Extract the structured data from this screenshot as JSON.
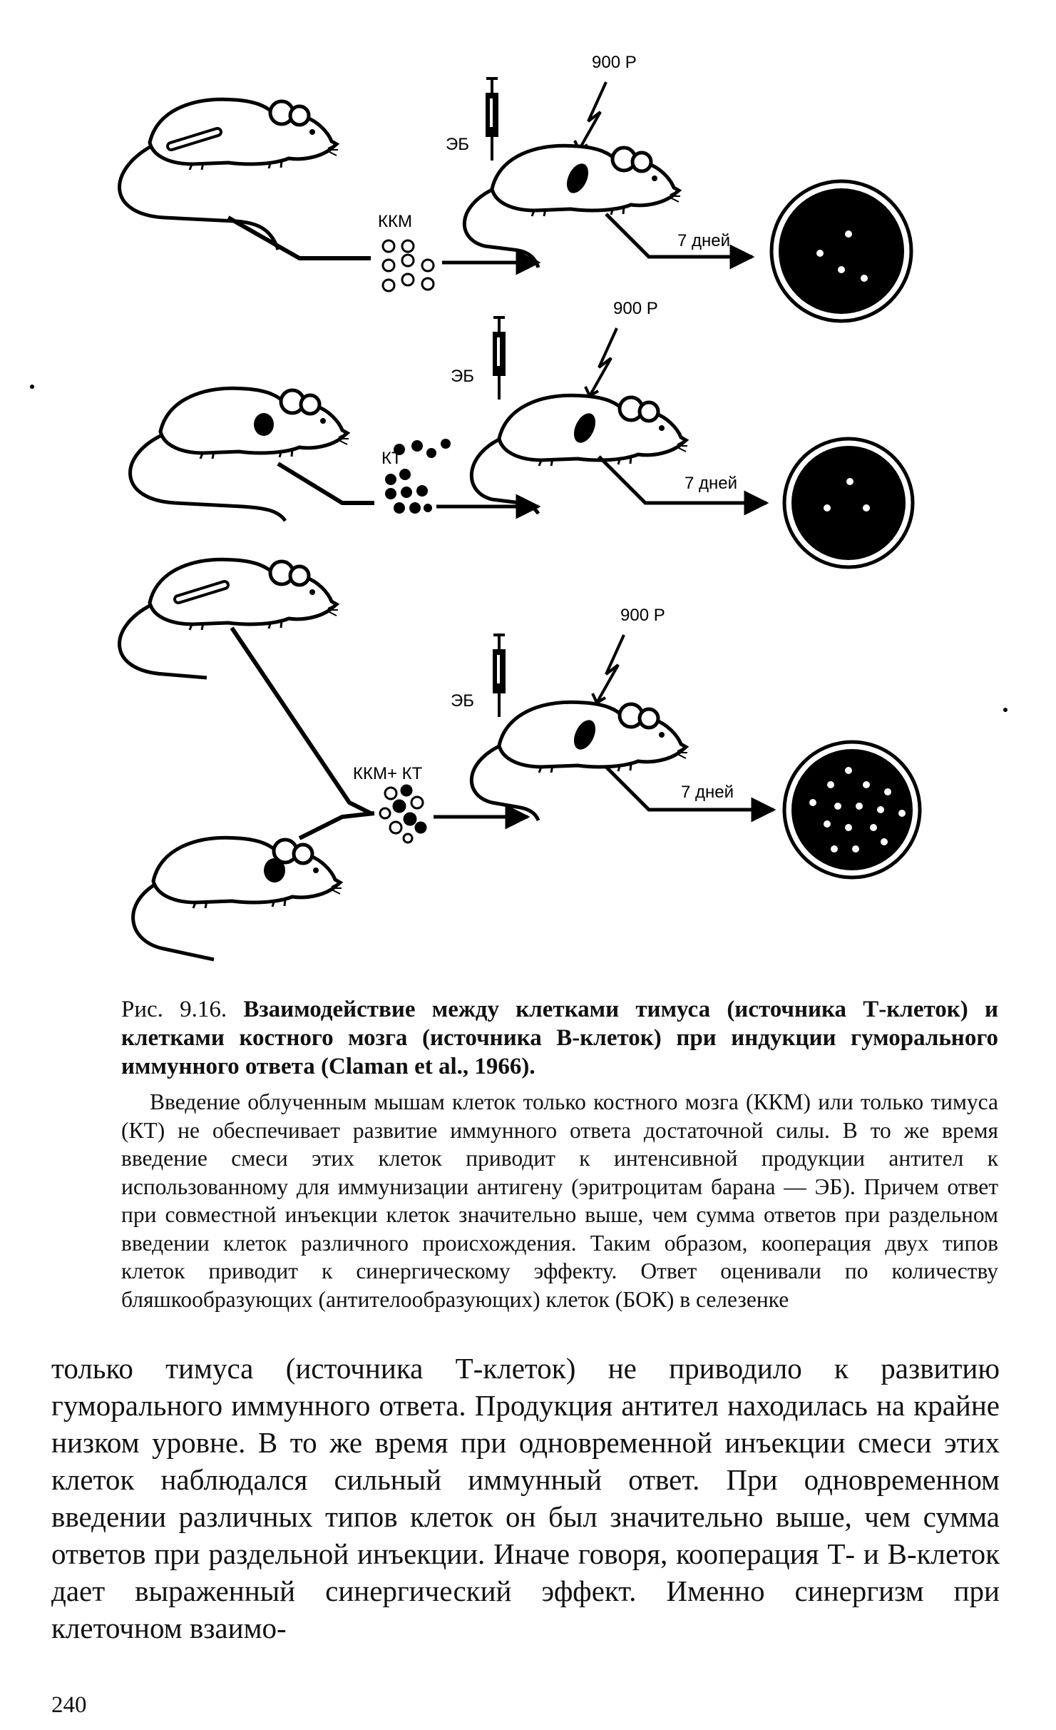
{
  "figure": {
    "dose_label": "900 Р",
    "eb_label": "ЭБ",
    "days_label": "7 дней",
    "row1_cells": "ККМ",
    "row2_cells": "КТ",
    "row3_cells": "ККМ+ КТ"
  },
  "caption": {
    "number": "Рис. 9.16.",
    "title": "Взаимодействие между клетками тимуса (источника Т-клеток) и клетками костного мозга (источника В-клеток) при индукции гуморального иммунного ответа (Claman et al., 1966)."
  },
  "legend": "Введение облученным мышам клеток только костного мозга (ККМ) или только тимуса (КТ) не обеспечивает развитие иммунного ответа достаточной силы. В то же время введение смеси этих клеток приводит к интенсивной продукции антител к использованному для иммунизации антигену (эритроцитам барана — ЭБ). Причем ответ при совместной инъекции клеток значительно выше, чем сумма ответов при раздельном введении клеток различного происхождения. Таким образом, кооперация двух типов клеток приводит к синергическому эффекту. Ответ оценивали по количеству бляшкообразующих (антителообразующих) клеток (БОК) в селезенке",
  "body": "только тимуса (источника Т-клеток) не приводило к развитию гуморального иммунного ответа. Продукция антител находилась на крайне низком уровне. В то же время при одновременной инъекции смеси этих клеток наблюдался сильный иммунный ответ. При одновременном введении различных типов клеток он был значительно выше, чем сумма ответов при раздельной инъекции. Иначе говоря, кооперация Т- и В-клеток дает выраженный синергический эффект. Именно синергизм при клеточном взаимо-",
  "page_number": "240"
}
